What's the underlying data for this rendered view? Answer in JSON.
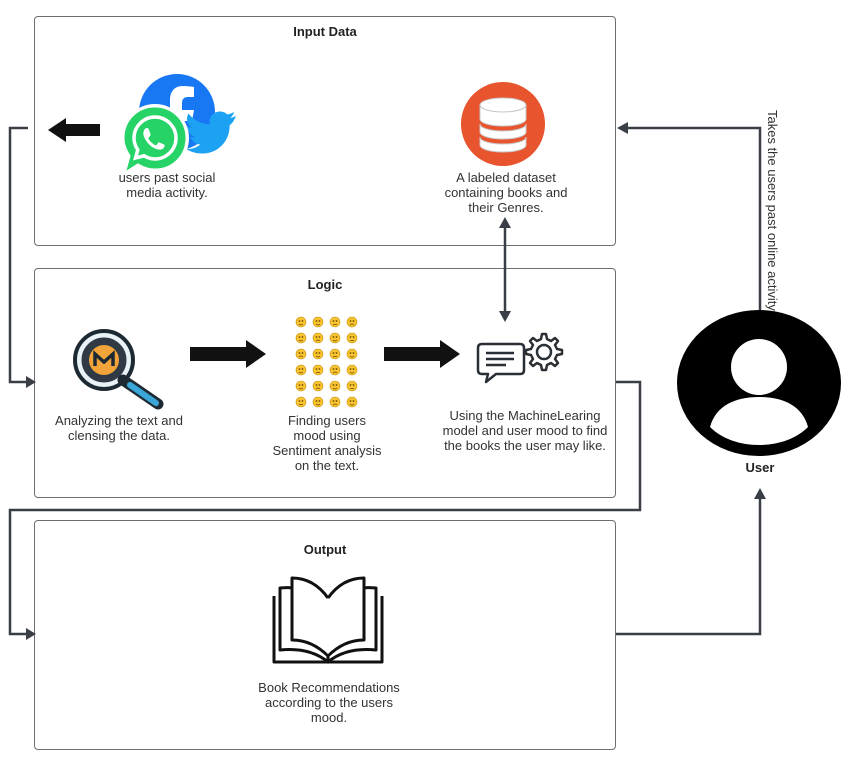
{
  "panels": {
    "input_title": "Input Data",
    "logic_title": "Logic",
    "output_title": "Output"
  },
  "input": {
    "social_text": "users past social media activity.",
    "dataset_text": "A  labeled dataset containing books and their Genres."
  },
  "logic": {
    "analyze_text": "Analyzing the text and clensing the data.",
    "mood_text": "Finding users mood using Sentiment analysis on the text.",
    "ml_text": "Using the MachineLearing model and user mood to find the books the user may like."
  },
  "output": {
    "books_text": "Book Recommendations according to the users mood."
  },
  "user": {
    "label": "User",
    "activity_text": "Takes the users past online activity"
  },
  "colors": {
    "line": "#3a3f47",
    "facebook": "#1877f2",
    "twitter": "#1da1f2",
    "whatsapp": "#25d366",
    "database": "#e8542e"
  }
}
